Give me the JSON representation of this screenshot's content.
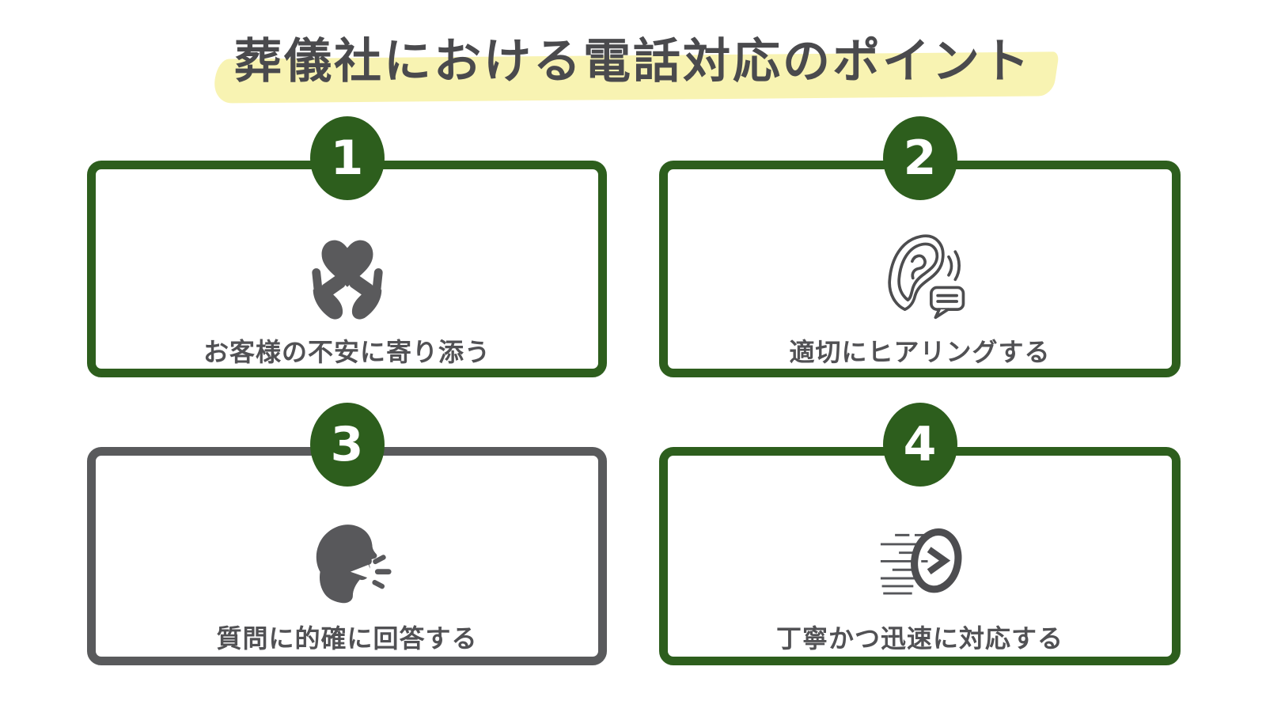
{
  "title": {
    "text": "葬儀社における電話対応のポイント",
    "highlight_color": "#f8f3b2",
    "text_color": "#4a4a4d"
  },
  "colors": {
    "accent_green": "#2d5e1d",
    "card3_border_gray": "#595a5c",
    "label_gray": "#515154",
    "icon_gray": "#5a5a5c",
    "background": "#ffffff"
  },
  "cards": [
    {
      "number": "1",
      "label": "お客様の不安に寄り添う",
      "icon": "heart-in-hands-icon",
      "border_color": "#2d5e1d"
    },
    {
      "number": "2",
      "label": "適切にヒアリングする",
      "icon": "listening-ear-icon",
      "border_color": "#2d5e1d"
    },
    {
      "number": "3",
      "label": "質問に的確に回答する",
      "icon": "speaking-head-icon",
      "border_color": "#595a5c"
    },
    {
      "number": "4",
      "label": "丁寧かつ迅速に対応する",
      "icon": "speedy-response-icon",
      "border_color": "#2d5e1d"
    }
  ]
}
